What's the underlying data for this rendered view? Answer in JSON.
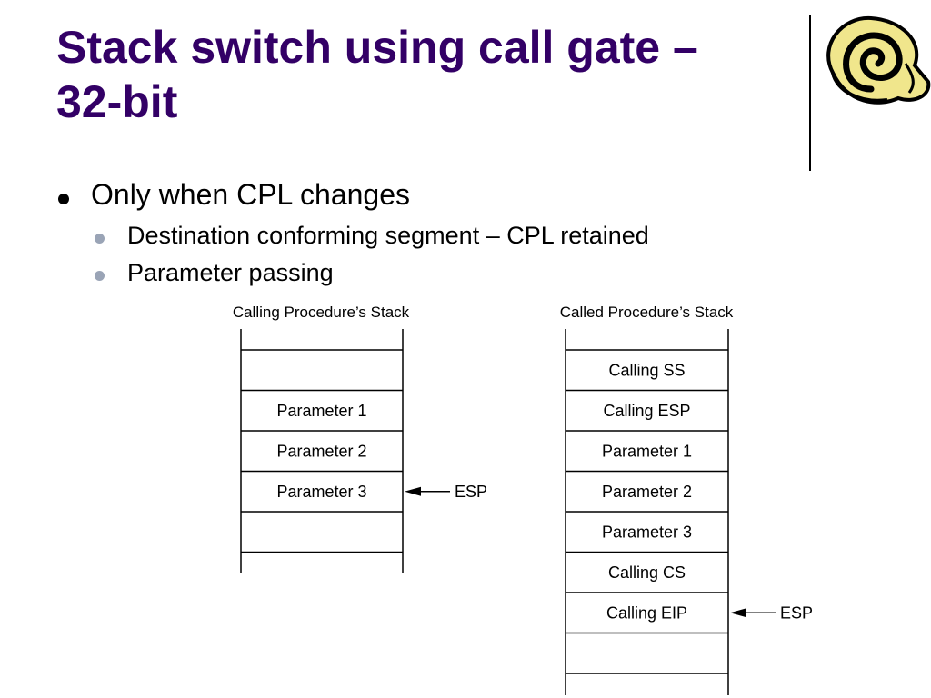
{
  "slide": {
    "title_line1": "Stack switch using call gate –",
    "title_line2": "32-bit",
    "bullets": [
      {
        "text": "Only when CPL changes"
      },
      {
        "text": "Destination conforming segment – CPL retained"
      },
      {
        "text": "Parameter passing"
      }
    ]
  },
  "diagram": {
    "left_stack": {
      "title": "Calling Procedure’s Stack",
      "cells": [
        "",
        "Parameter 1",
        "Parameter 2",
        "Parameter 3",
        ""
      ],
      "esp_label": "ESP",
      "esp_cell_index": 3
    },
    "right_stack": {
      "title": "Called Procedure’s Stack",
      "cells": [
        "Calling SS",
        "Calling ESP",
        "Parameter 1",
        "Parameter 2",
        "Parameter 3",
        "Calling CS",
        "Calling EIP",
        ""
      ],
      "esp_label": "ESP",
      "esp_cell_index": 6
    }
  },
  "colors": {
    "title": "#330066",
    "sub_bullet": "#9aa4b6"
  },
  "icons": {
    "logo": "rolled-scroll-logo"
  }
}
